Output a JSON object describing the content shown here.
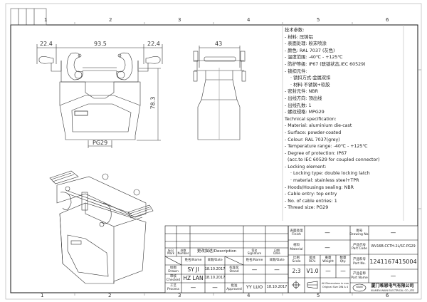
{
  "zones": [
    "1",
    "2",
    "3",
    "4",
    "5",
    "6"
  ],
  "dimensions": {
    "left_latch": "22.4",
    "width": "93.5",
    "right_latch": "22.4",
    "height": "78.3",
    "thread": "PG29",
    "depth": "43"
  },
  "spec_cn": [
    "技术参数:",
    "- 材料: 压铸铝",
    "- 表面处理: 粉末喷涂",
    "- 颜色: RAL 7037 (灰色)",
    "- 温度范围: -40℃ - +125℃",
    "- 防护等级: IP67 (联锁状态,IEC 60529)",
    "- 锁扣元件:",
    "    · 锁扣方式:金属双扣",
    "    · 材料:不锈钢+软胶",
    "- 密封元件: NBR",
    "- 出线方向: 顶出线",
    "- 出线孔数: 1",
    "- 螺纹规格: MPG29"
  ],
  "spec_en": [
    "Technical specification:",
    "- Material: aluminium die-cast",
    "- Surface: powder-coated",
    "- Colour: RAL 7037(grey)",
    "- Temperature range: -40℃ - +125℃",
    "- Degree of protection: IP67",
    "  (acc.to IEC 60529 for coupled connector)",
    "- Locking element:",
    "    · Locking type: double locking latch",
    "    · material: stainless steel+TPR",
    "- Hoods/Housings sealing: NBR",
    "- Cable entry: top entry",
    "- No. of cable entries: 1",
    "- Thread size: PG29"
  ],
  "title_block": {
    "mark": "标记\nMark",
    "number": "处数\nNumber",
    "description": "更改描述/Description",
    "signature": "签名\nSignature",
    "date_h": "日期\nDate",
    "name_h": "姓名/Name",
    "date_col": "日期/Date",
    "drawn": "绘图\nDrawn",
    "checked": "审核\nChecked",
    "process": "工艺\nProcess",
    "stand": "标准化\nStand",
    "approved": "批准\nApproved",
    "drawn_name": "SY JI",
    "drawn_date": "18.10.2017",
    "checked_name": "HZ LAN",
    "checked_date": "18.10.2017",
    "process_name": "—",
    "process_date": "—",
    "stand_name": "—",
    "stand_date": "—",
    "approved_name": "YY LUO",
    "approved_date": "18.10.2017",
    "finish_label": "表面处理\nFinish",
    "finish_value": "—",
    "material_label": "材料\nMaterial",
    "material_value": "—",
    "scale_label": "比例\nScale",
    "rev_label": "版本\nREV.",
    "weight_label": "重量\nWeight",
    "qty_label": "数量\nQty.",
    "scale": "2:3",
    "rev": "V1.0",
    "weight": "—",
    "qty": "—",
    "dims_note": "All Dimensions in mm\nOriginal Size DIN A 4",
    "drawing_no_label": "图号\nDrawing No.",
    "drawing_no": "—",
    "part_code_label": "产品代号\nPart Code",
    "part_code": "WV16B-CCTH-2L/SC-PG29",
    "part_no_label": "产品料号\nPart No.",
    "part_no": "1241167415004",
    "part_name_label": "产品名称\nPart Name",
    "part_name": "—",
    "company_cn": "厦门唯恩电气有限公司",
    "company_en": "XIAMEN WAIN ELECTRICAL CO.,LTD",
    "logo_text": "WAIN"
  }
}
